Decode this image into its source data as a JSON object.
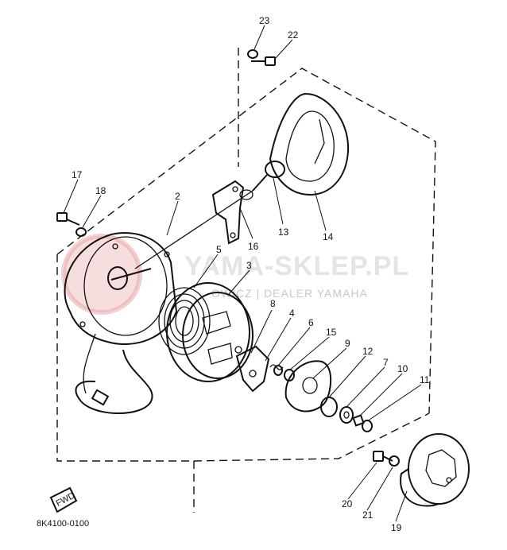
{
  "diagram": {
    "part_code": "8K4100-0100",
    "fwd_label": "FWD",
    "callouts": [
      {
        "id": "c23",
        "text": "23"
      },
      {
        "id": "c22",
        "text": "22"
      },
      {
        "id": "c17",
        "text": "17"
      },
      {
        "id": "c18",
        "text": "18"
      },
      {
        "id": "c2",
        "text": "2"
      },
      {
        "id": "c16",
        "text": "16"
      },
      {
        "id": "c13",
        "text": "13"
      },
      {
        "id": "c14",
        "text": "14"
      },
      {
        "id": "c5",
        "text": "5"
      },
      {
        "id": "c3",
        "text": "3"
      },
      {
        "id": "c8",
        "text": "8"
      },
      {
        "id": "c4",
        "text": "4"
      },
      {
        "id": "c6",
        "text": "6"
      },
      {
        "id": "c15",
        "text": "15"
      },
      {
        "id": "c9",
        "text": "9"
      },
      {
        "id": "c12",
        "text": "12"
      },
      {
        "id": "c7",
        "text": "7"
      },
      {
        "id": "c10",
        "text": "10"
      },
      {
        "id": "c11",
        "text": "11"
      },
      {
        "id": "c20",
        "text": "20"
      },
      {
        "id": "c21",
        "text": "21"
      },
      {
        "id": "c19",
        "text": "19"
      }
    ]
  },
  "watermark": {
    "title": "YAMA-SKLEP.PL",
    "subtitle": "OWICZ | DEALER YAMAHA",
    "logo_color": "#e8a0a0"
  }
}
